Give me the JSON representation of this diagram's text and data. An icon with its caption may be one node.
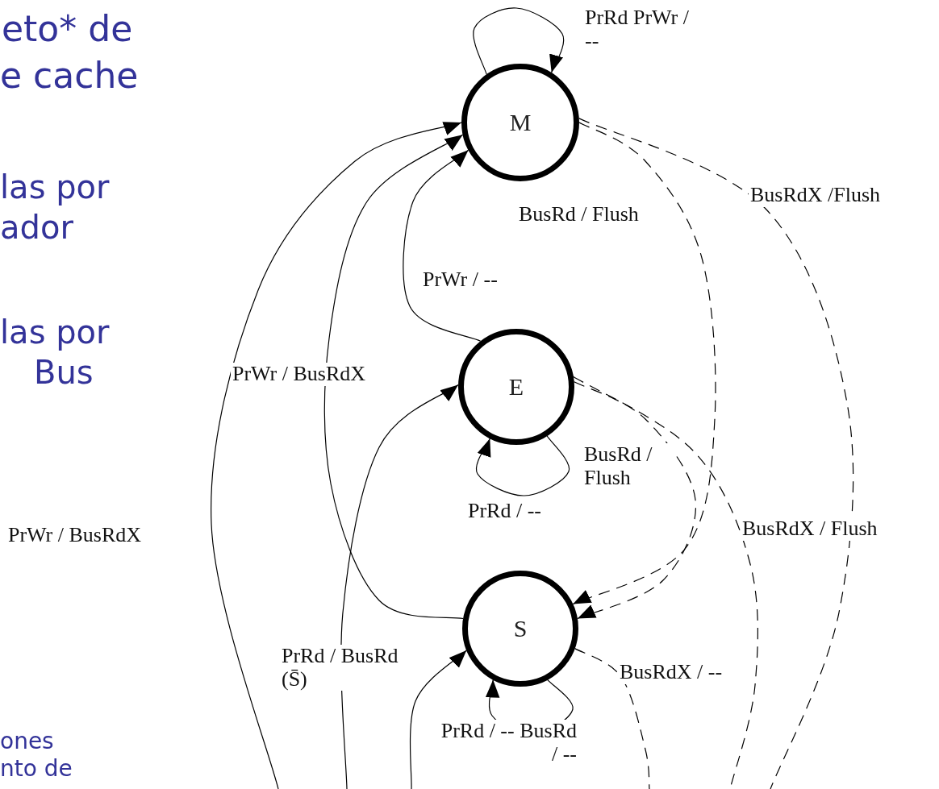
{
  "diagram": {
    "nodes": [
      {
        "text": [
          "M"
        ]
      },
      {
        "text": [
          "E"
        ]
      },
      {
        "text": [
          "S"
        ]
      }
    ],
    "edges": [
      {
        "from": 0,
        "to": 0,
        "arrow": "to",
        "label": "PrRd PrWr / --"
      },
      {
        "from": null,
        "to": 0,
        "arrow": "to",
        "label": "PrWr / BusRdX"
      },
      {
        "from": 2,
        "to": 0,
        "arrow": "to",
        "label": "PrWr / BusRdX"
      },
      {
        "from": 1,
        "to": 0,
        "arrow": "to",
        "label": "PrWr / --"
      },
      {
        "from": null,
        "to": 1,
        "arrow": "to",
        "label": "PrRd / BusRd (S̄)"
      },
      {
        "from": 1,
        "to": 1,
        "arrow": "to",
        "label": "PrRd / --"
      },
      {
        "from": 0,
        "to": 2,
        "arrow": "to",
        "label": "BusRd / Flush",
        "style": "dashed"
      },
      {
        "from": 0,
        "to": null,
        "arrow": "none",
        "label": "BusRdX /Flush",
        "style": "dashed"
      },
      {
        "from": 1,
        "to": 2,
        "arrow": "to",
        "label": "BusRd / Flush",
        "style": "dashed"
      },
      {
        "from": 1,
        "to": null,
        "arrow": "none",
        "label": "BusRdX / Flush",
        "style": "dashed"
      },
      {
        "from": 2,
        "to": 2,
        "arrow": "to",
        "label": "PrRd / -- BusRd / --"
      },
      {
        "from": 2,
        "to": null,
        "arrow": "none",
        "label": "BusRdX / --",
        "style": "dashed"
      },
      {
        "from": null,
        "to": 2,
        "arrow": "to"
      }
    ],
    "labels": [
      "eto* de",
      "e cache",
      "las por",
      "ador",
      "las por",
      "Bus",
      "ones",
      "nto de"
    ]
  }
}
